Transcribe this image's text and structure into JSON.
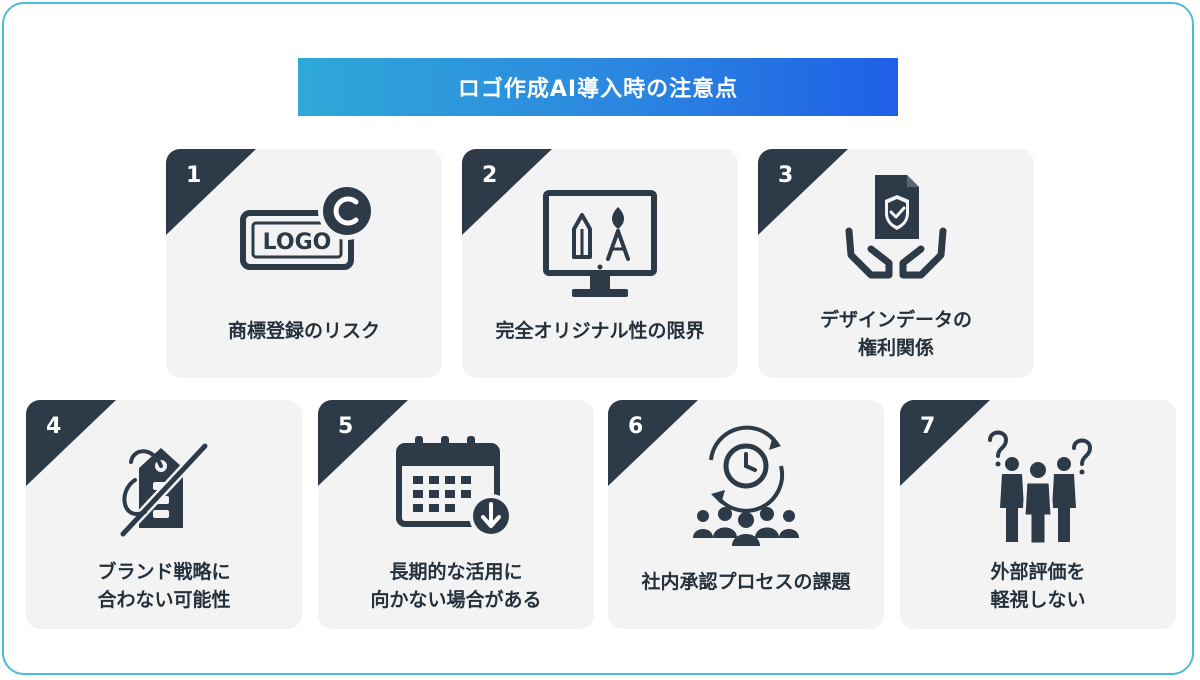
{
  "title": "ロゴ作成AI導入時の注意点",
  "colors": {
    "dark": "#2d3a48",
    "card_bg": "#f3f3f3",
    "frame": "#4bbcd6",
    "title_gradient_start": "#2fa8d8",
    "title_gradient_end": "#1f5fe6"
  },
  "items": [
    {
      "number": "1",
      "icon": "logo-copyright-icon",
      "lines": [
        "商標登録のリスク"
      ],
      "logo_text": "LOGO"
    },
    {
      "number": "2",
      "icon": "design-monitor-icon",
      "lines": [
        "完全オリジナル性の限界"
      ]
    },
    {
      "number": "3",
      "icon": "hands-shield-document-icon",
      "lines": [
        "デザインデータの",
        "権利関係"
      ]
    },
    {
      "number": "4",
      "icon": "crossed-out-tag-icon",
      "lines": [
        "ブランド戦略に",
        "合わない可能性"
      ]
    },
    {
      "number": "5",
      "icon": "calendar-download-icon",
      "lines": [
        "長期的な活用に",
        "向かない場合がある"
      ]
    },
    {
      "number": "6",
      "icon": "team-clock-cycle-icon",
      "lines": [
        "社内承認プロセスの課題"
      ]
    },
    {
      "number": "7",
      "icon": "questioning-people-icon",
      "lines": [
        "外部評価を",
        "軽視しない"
      ]
    }
  ]
}
